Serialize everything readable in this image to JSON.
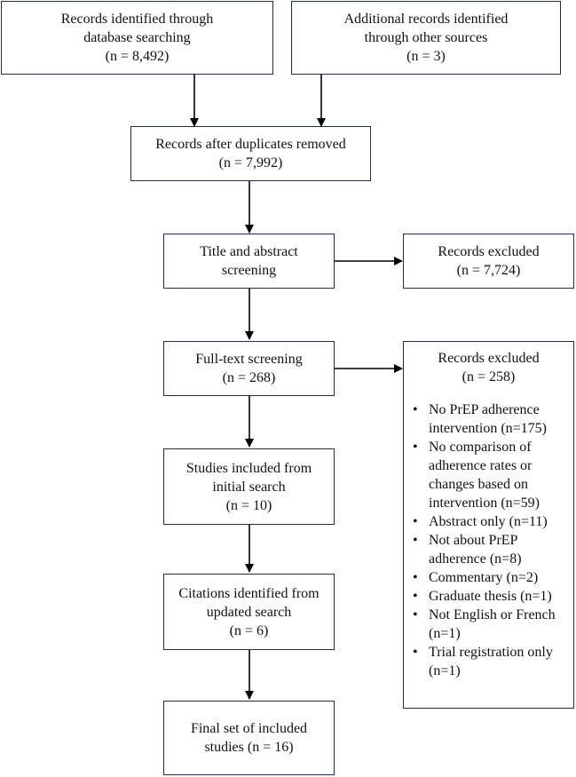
{
  "boxes": {
    "db_search": {
      "lines": [
        "Records identified through",
        "database searching",
        "(n = 8,492)"
      ]
    },
    "other_sources": {
      "lines": [
        "Additional records identified",
        "through other sources",
        "(n = 3)"
      ]
    },
    "dedup": {
      "lines": [
        "Records after duplicates removed",
        "(n = 7,992)"
      ]
    },
    "title_abstract": {
      "lines": [
        "Title and abstract",
        "screening"
      ]
    },
    "excluded_1": {
      "lines": [
        "Records excluded",
        "(n = 7,724)"
      ]
    },
    "fulltext": {
      "lines": [
        "Full-text screening",
        "(n = 268)"
      ]
    },
    "excluded_2": {
      "lines": [
        "Records excluded",
        "(n = 258)"
      ],
      "reasons": [
        "No PrEP adherence intervention (n=175)",
        "No comparison of adherence rates or changes based on intervention (n=59)",
        "Abstract only (n=11)",
        "Not about PrEP adherence (n=8)",
        "Commentary (n=2)",
        "Graduate thesis (n=1)",
        "Not English or French (n=1)",
        "Trial registration only (n=1)"
      ]
    },
    "initial_included": {
      "lines": [
        "Studies included from",
        "initial search",
        "(n = 10)"
      ]
    },
    "updated_search": {
      "lines": [
        "Citations identified from",
        "updated search",
        "(n = 6)"
      ]
    },
    "final": {
      "lines": [
        "Final set of included",
        "studies (n = 16)"
      ]
    }
  },
  "colors": {
    "border": "#1f2d4a",
    "arrow": "#000000"
  }
}
